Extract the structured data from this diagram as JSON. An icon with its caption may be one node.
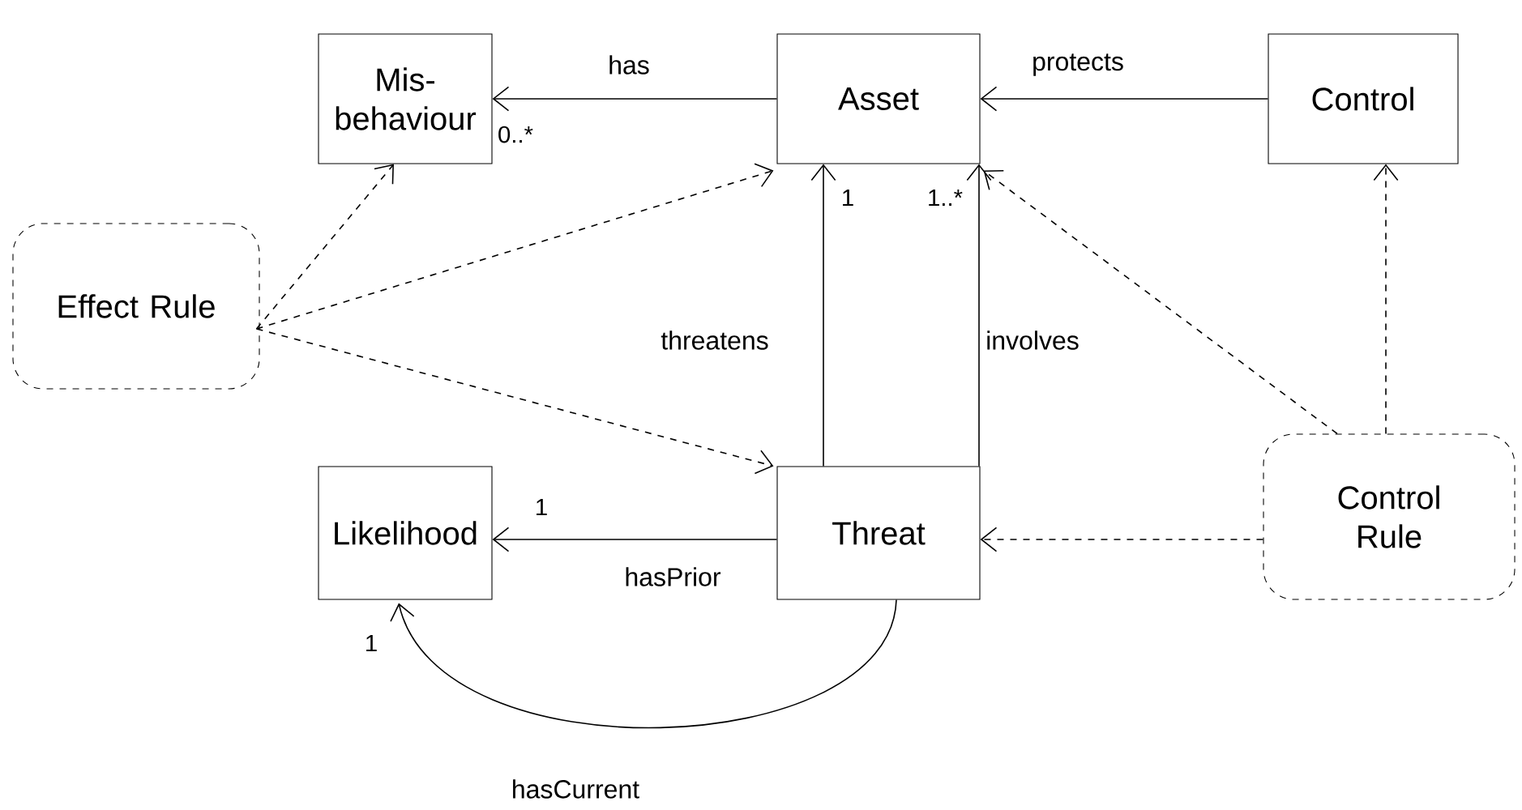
{
  "diagram": {
    "nodes": [
      {
        "text": [
          "Mis- behaviour"
        ]
      },
      {
        "text": [
          "Asset"
        ]
      },
      {
        "text": [
          "Control"
        ]
      },
      {
        "text": [
          "Effect Rule"
        ]
      },
      {
        "text": [
          "Likelihood"
        ]
      },
      {
        "text": [
          "Threat"
        ]
      },
      {
        "text": [
          "Control Rule"
        ]
      }
    ],
    "edges": [
      {
        "from": 1,
        "to": 0,
        "arrow": "to",
        "label": "has"
      },
      {
        "from": 2,
        "to": 1,
        "arrow": "to",
        "label": "protects"
      },
      {
        "from": 3,
        "to": 0,
        "arrow": "to",
        "style": "dashed"
      },
      {
        "from": 3,
        "to": 1,
        "arrow": "to",
        "style": "dashed"
      },
      {
        "from": 3,
        "to": 5,
        "arrow": "to",
        "style": "dashed"
      },
      {
        "from": 5,
        "to": 1,
        "arrow": "to",
        "label": "threatens"
      },
      {
        "from": 5,
        "to": 1,
        "arrow": "to",
        "label": "involves"
      },
      {
        "from": 5,
        "to": 4,
        "arrow": "to",
        "label": "hasPrior"
      },
      {
        "from": 5,
        "to": 4,
        "arrow": "to",
        "label": "hasCurrent"
      },
      {
        "from": 6,
        "to": 1,
        "arrow": "to",
        "style": "dashed"
      },
      {
        "from": 6,
        "to": 5,
        "arrow": "to",
        "style": "dashed"
      },
      {
        "from": 6,
        "to": 2,
        "arrow": "to",
        "style": "dashed"
      }
    ],
    "labels": [
      "0..*",
      "1",
      "1..*",
      "1",
      "1"
    ]
  }
}
